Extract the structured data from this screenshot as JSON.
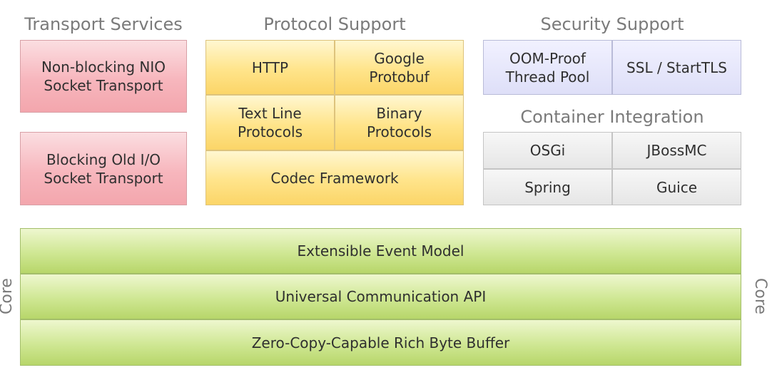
{
  "transport": {
    "heading": "Transport Services",
    "nio": "Non-blocking NIO\nSocket Transport",
    "oio": "Blocking Old I/O\nSocket Transport"
  },
  "protocol": {
    "heading": "Protocol Support",
    "http": "HTTP",
    "protobuf": "Google\nProtobuf",
    "text_line": "Text Line\nProtocols",
    "binary": "Binary\nProtocols",
    "codec": "Codec Framework"
  },
  "security": {
    "heading": "Security Support",
    "oom": "OOM-Proof\nThread Pool",
    "ssl": "SSL / StartTLS"
  },
  "container": {
    "heading": "Container Integration",
    "osgi": "OSGi",
    "jbossmc": "JBossMC",
    "spring": "Spring",
    "guice": "Guice"
  },
  "core": {
    "label_left": "Core",
    "label_right": "Core",
    "event_model": "Extensible Event Model",
    "comm_api": "Universal Communication API",
    "byte_buffer": "Zero-Copy-Capable Rich Byte Buffer"
  },
  "colors": {
    "transport": "#f7b6bd",
    "protocol": "#ffe48a",
    "security": "#dedff8",
    "container": "#e6e6e6",
    "core": "#cfe793"
  }
}
